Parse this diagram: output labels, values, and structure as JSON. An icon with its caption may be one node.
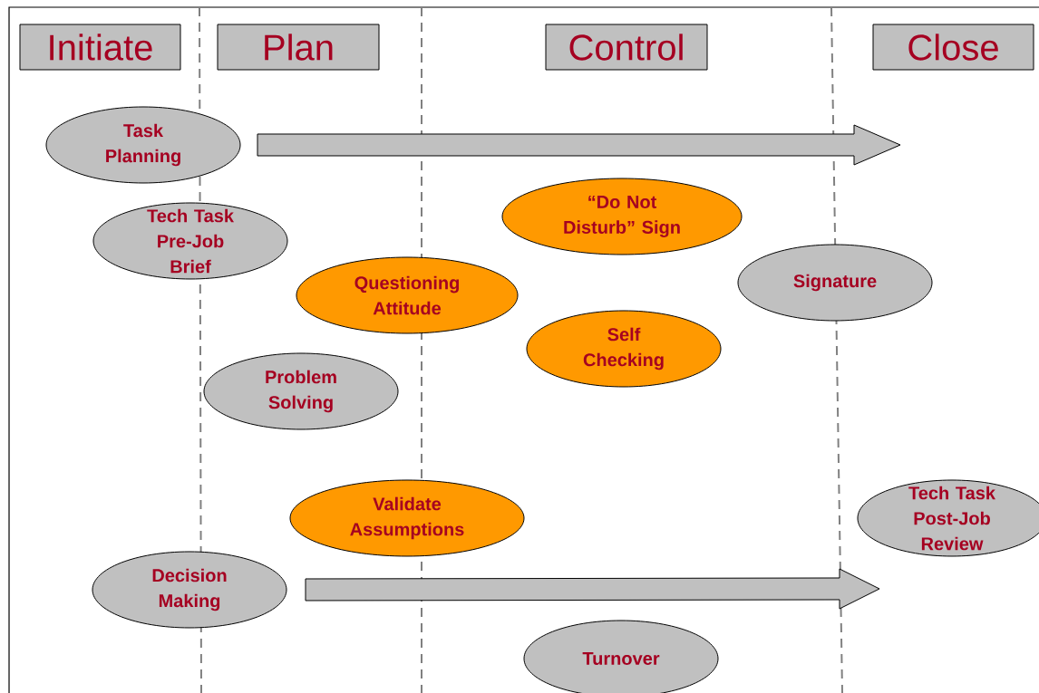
{
  "diagram": {
    "nodes": [
      {
        "text": [
          "Initiate"
        ]
      },
      {
        "text": [
          "Plan"
        ]
      },
      {
        "text": [
          "Control"
        ]
      },
      {
        "text": [
          "Close"
        ]
      },
      {
        "text": [
          "Task Planning"
        ]
      },
      {
        "text": [
          "“Do Not Disturb” Sign"
        ]
      },
      {
        "text": [
          "Tech Task Pre-Job Brief"
        ]
      },
      {
        "text": [
          "Signature"
        ]
      },
      {
        "text": [
          "Questioning Attitude"
        ]
      },
      {
        "text": [
          "Self Checking"
        ]
      },
      {
        "text": [
          "Problem Solving"
        ]
      },
      {
        "text": [
          "Validate Assumptions"
        ]
      },
      {
        "text": [
          "Tech Task Post-Job Review"
        ]
      },
      {
        "text": [
          "Decision Making"
        ]
      },
      {
        "text": [
          "Turnover"
        ]
      }
    ],
    "edges": [
      {
        "from": 4,
        "to": null,
        "arrow": "to"
      },
      {
        "from": 13,
        "to": null,
        "arrow": "to"
      }
    ]
  }
}
